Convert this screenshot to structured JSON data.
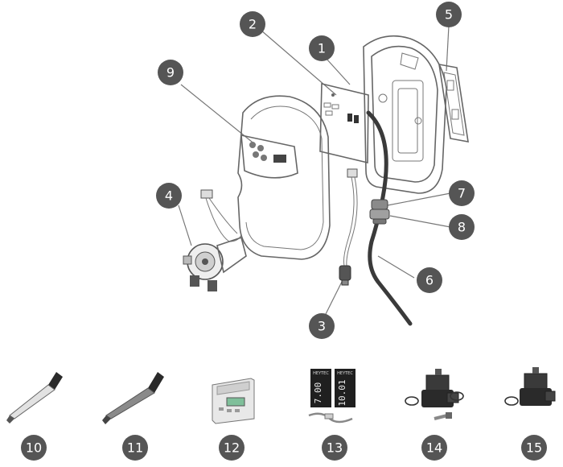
{
  "callouts": {
    "c1": "1",
    "c2": "2",
    "c3": "3",
    "c4": "4",
    "c5": "5",
    "c6": "6",
    "c7": "7",
    "c8": "8",
    "c9": "9",
    "c10": "10",
    "c11": "11",
    "c12": "12",
    "c13": "13",
    "c14": "14",
    "c15": "15"
  },
  "accessories": {
    "sachet_brand": "HEYTEC",
    "sachet_label_1": "7.00",
    "sachet_label_2": "10.01"
  },
  "colors": {
    "callout_fill": "#555555",
    "line": "#666666",
    "cable": "#3a3a3a",
    "dark_part": "#2a2a2a",
    "green_display": "#7fbf9a"
  }
}
